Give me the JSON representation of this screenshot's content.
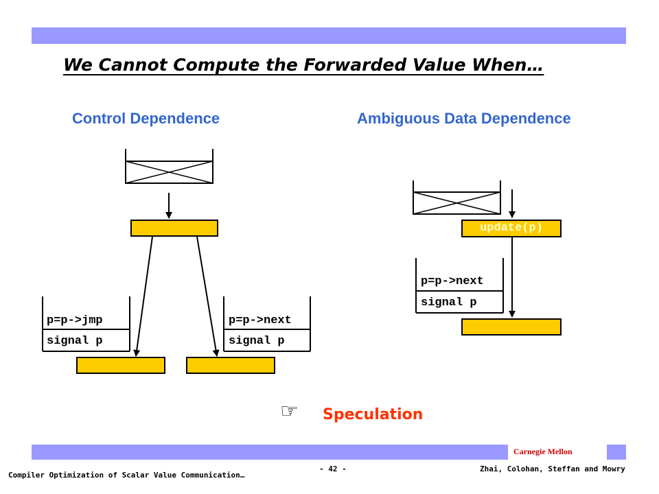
{
  "title": "We Cannot Compute the Forwarded Value When…",
  "left_panel": {
    "heading": "Control Dependence",
    "left_block": {
      "line1": "p=p->jmp",
      "line2": "signal p"
    },
    "right_block": {
      "line1": "p=p->next",
      "line2": "signal p"
    }
  },
  "right_panel": {
    "heading": "Ambiguous Data Dependence",
    "update_label": "update(p)",
    "block": {
      "line1": "p=p->next",
      "line2": "signal p"
    }
  },
  "speculation": {
    "icon": "pointing-hand-icon",
    "label": "Speculation"
  },
  "footer": {
    "institution": "Carnegie Mellon",
    "page": "- 42 -",
    "left_text": "Compiler Optimization of Scalar Value Communication…",
    "right_text": "Zhai, Colohan, Steffan and Mowry"
  },
  "colors": {
    "bar": "#9999ff",
    "box": "#ffcc00",
    "heading": "#3366cc",
    "speculation": "#ff3300",
    "institution": "#cc0000"
  }
}
